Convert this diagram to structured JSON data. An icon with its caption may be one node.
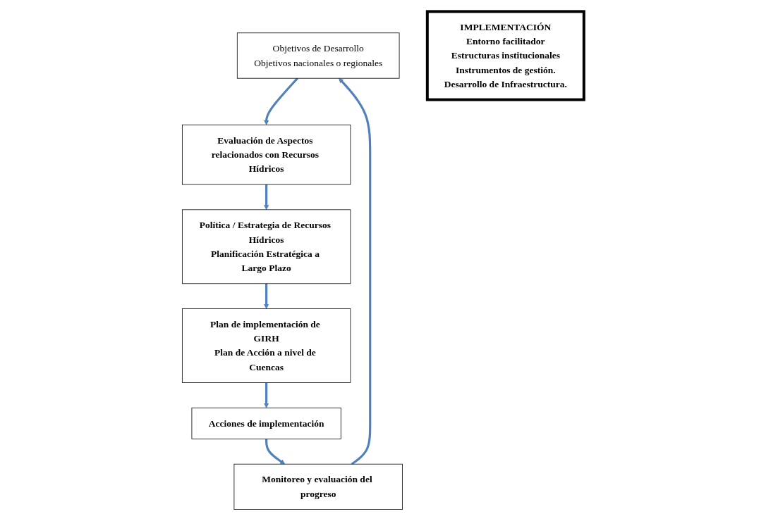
{
  "diagram": {
    "nodes": [
      {
        "text": [
          "Objetivos de Desarrollo",
          "Objetivos nacionales o regionales"
        ]
      },
      {
        "text": [
          "Evaluación de Aspectos relacionados con Recursos Hídricos"
        ]
      },
      {
        "text": [
          "Política / Estrategia de Recursos Hídricos",
          "Planificación Estratégica a Largo Plazo"
        ]
      },
      {
        "text": [
          "Plan de implementación de GIRH",
          "Plan de Acción a nivel de Cuencas"
        ]
      },
      {
        "text": [
          "Acciones de implementación"
        ]
      },
      {
        "text": [
          "Monitoreo y evaluación del progreso"
        ]
      },
      {
        "text": [
          "IMPLEMENTACIÓN",
          "Entorno facilitador",
          "Estructuras institucionales",
          "Instrumentos de gestión.",
          "Desarrollo de Infraestructura."
        ]
      }
    ],
    "edges": [
      {
        "from": 5,
        "to": 0,
        "arrow": "to"
      },
      {
        "from": 0,
        "to": 1,
        "arrow": "to"
      },
      {
        "from": 1,
        "to": 2,
        "arrow": "to"
      },
      {
        "from": 2,
        "to": 3,
        "arrow": "to"
      },
      {
        "from": 3,
        "to": 4,
        "arrow": "to"
      },
      {
        "from": 4,
        "to": 5,
        "arrow": "to"
      }
    ]
  }
}
